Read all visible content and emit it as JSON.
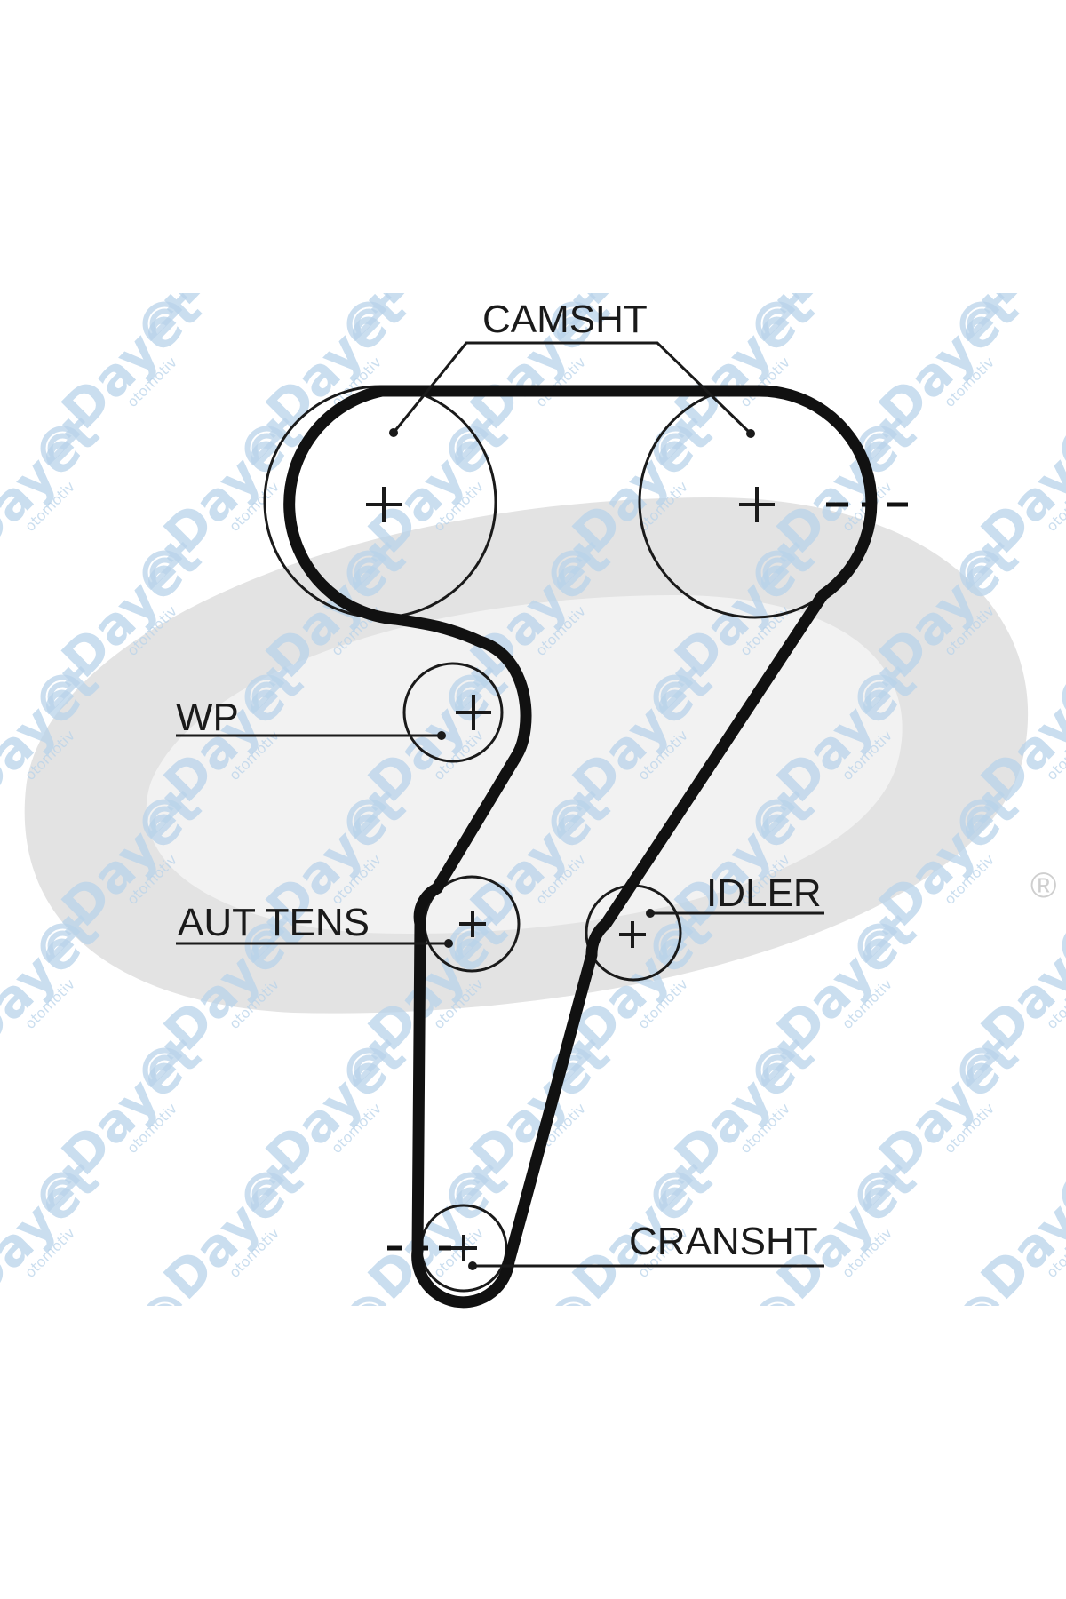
{
  "labels": {
    "camshaft": "CAMSHT",
    "water_pump": "WP",
    "auto_tensioner": "AUT TENS",
    "idler": "IDLER",
    "crankshaft": "CRANSHT"
  },
  "watermark": {
    "brand": "Dayet",
    "sub": "otomotiv"
  },
  "colors": {
    "belt": "#111111",
    "pulley": "#1a1a1a",
    "watermark": "#b9d3ea",
    "logo": "#d9d9d9"
  }
}
